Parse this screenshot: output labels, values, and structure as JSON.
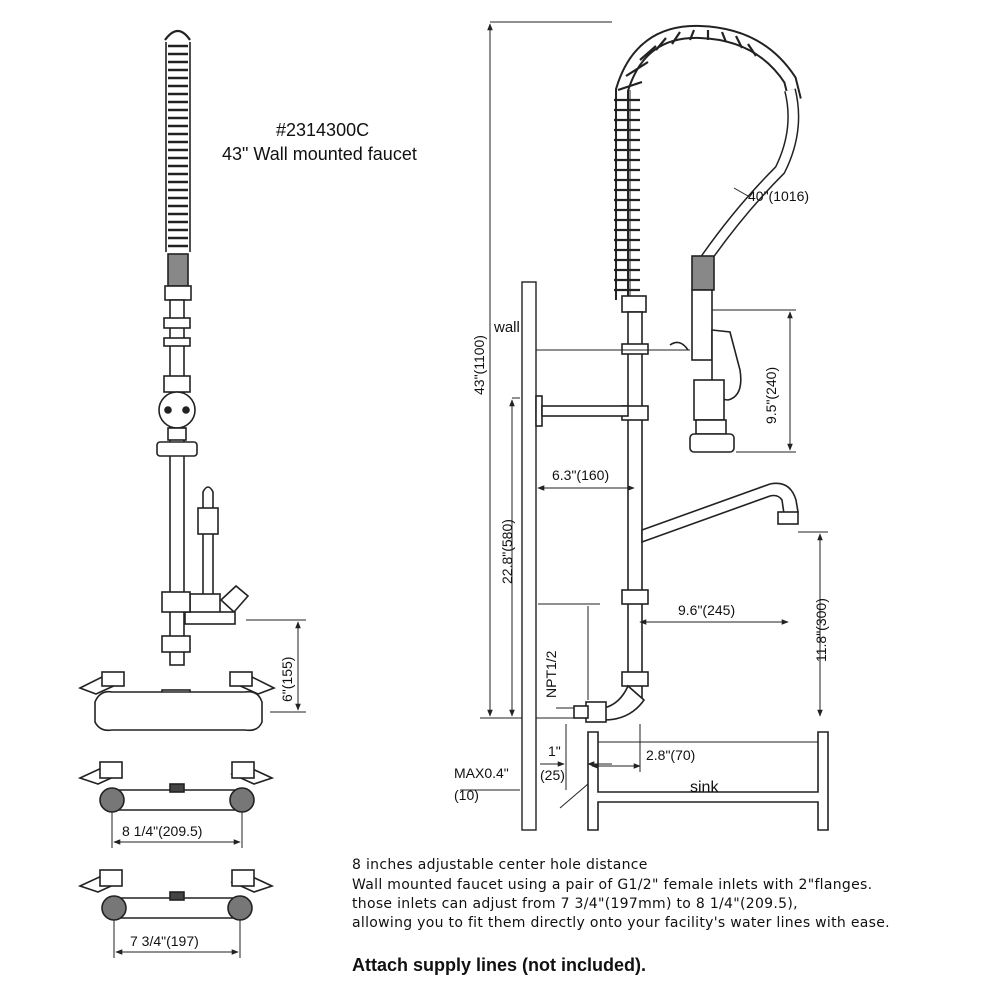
{
  "title": {
    "part_number": "#2314300C",
    "description": "43\" Wall mounted faucet"
  },
  "dimensions": {
    "hose_length": "40\"(1016)",
    "total_height": "43\"(1100)",
    "wall": "wall",
    "spray_valve_height": "9.5\"(240)",
    "wall_offset": "6.3\"(160)",
    "mount_height": "22.8\"(580)",
    "spout_reach": "9.6\"(245)",
    "spout_height": "11.8\"(300)",
    "npt": "NPT1/2",
    "inlet_1": "1\"",
    "inlet_1_mm": "(25)",
    "sink_offset": "2.8\"(70)",
    "max_label": "MAX0.4\"",
    "max_mm": "(10)",
    "sink": "sink",
    "front_height": "6\"(155)",
    "center_max": "8 1/4\"(209.5)",
    "center_min": "7 3/4\"(197)"
  },
  "notes": [
    "8 inches adjustable center hole distance",
    "Wall mounted faucet using a pair of G1/2\" female inlets with 2\"flanges.",
    "those inlets can adjust from 7 3/4\"(197mm) to 8 1/4\"(209.5),",
    "allowing you to fit them directly onto your facility's water lines with ease."
  ],
  "footer": "Attach supply lines (not included).",
  "colors": {
    "line": "#222222",
    "hatch": "#555555",
    "background": "#ffffff"
  }
}
